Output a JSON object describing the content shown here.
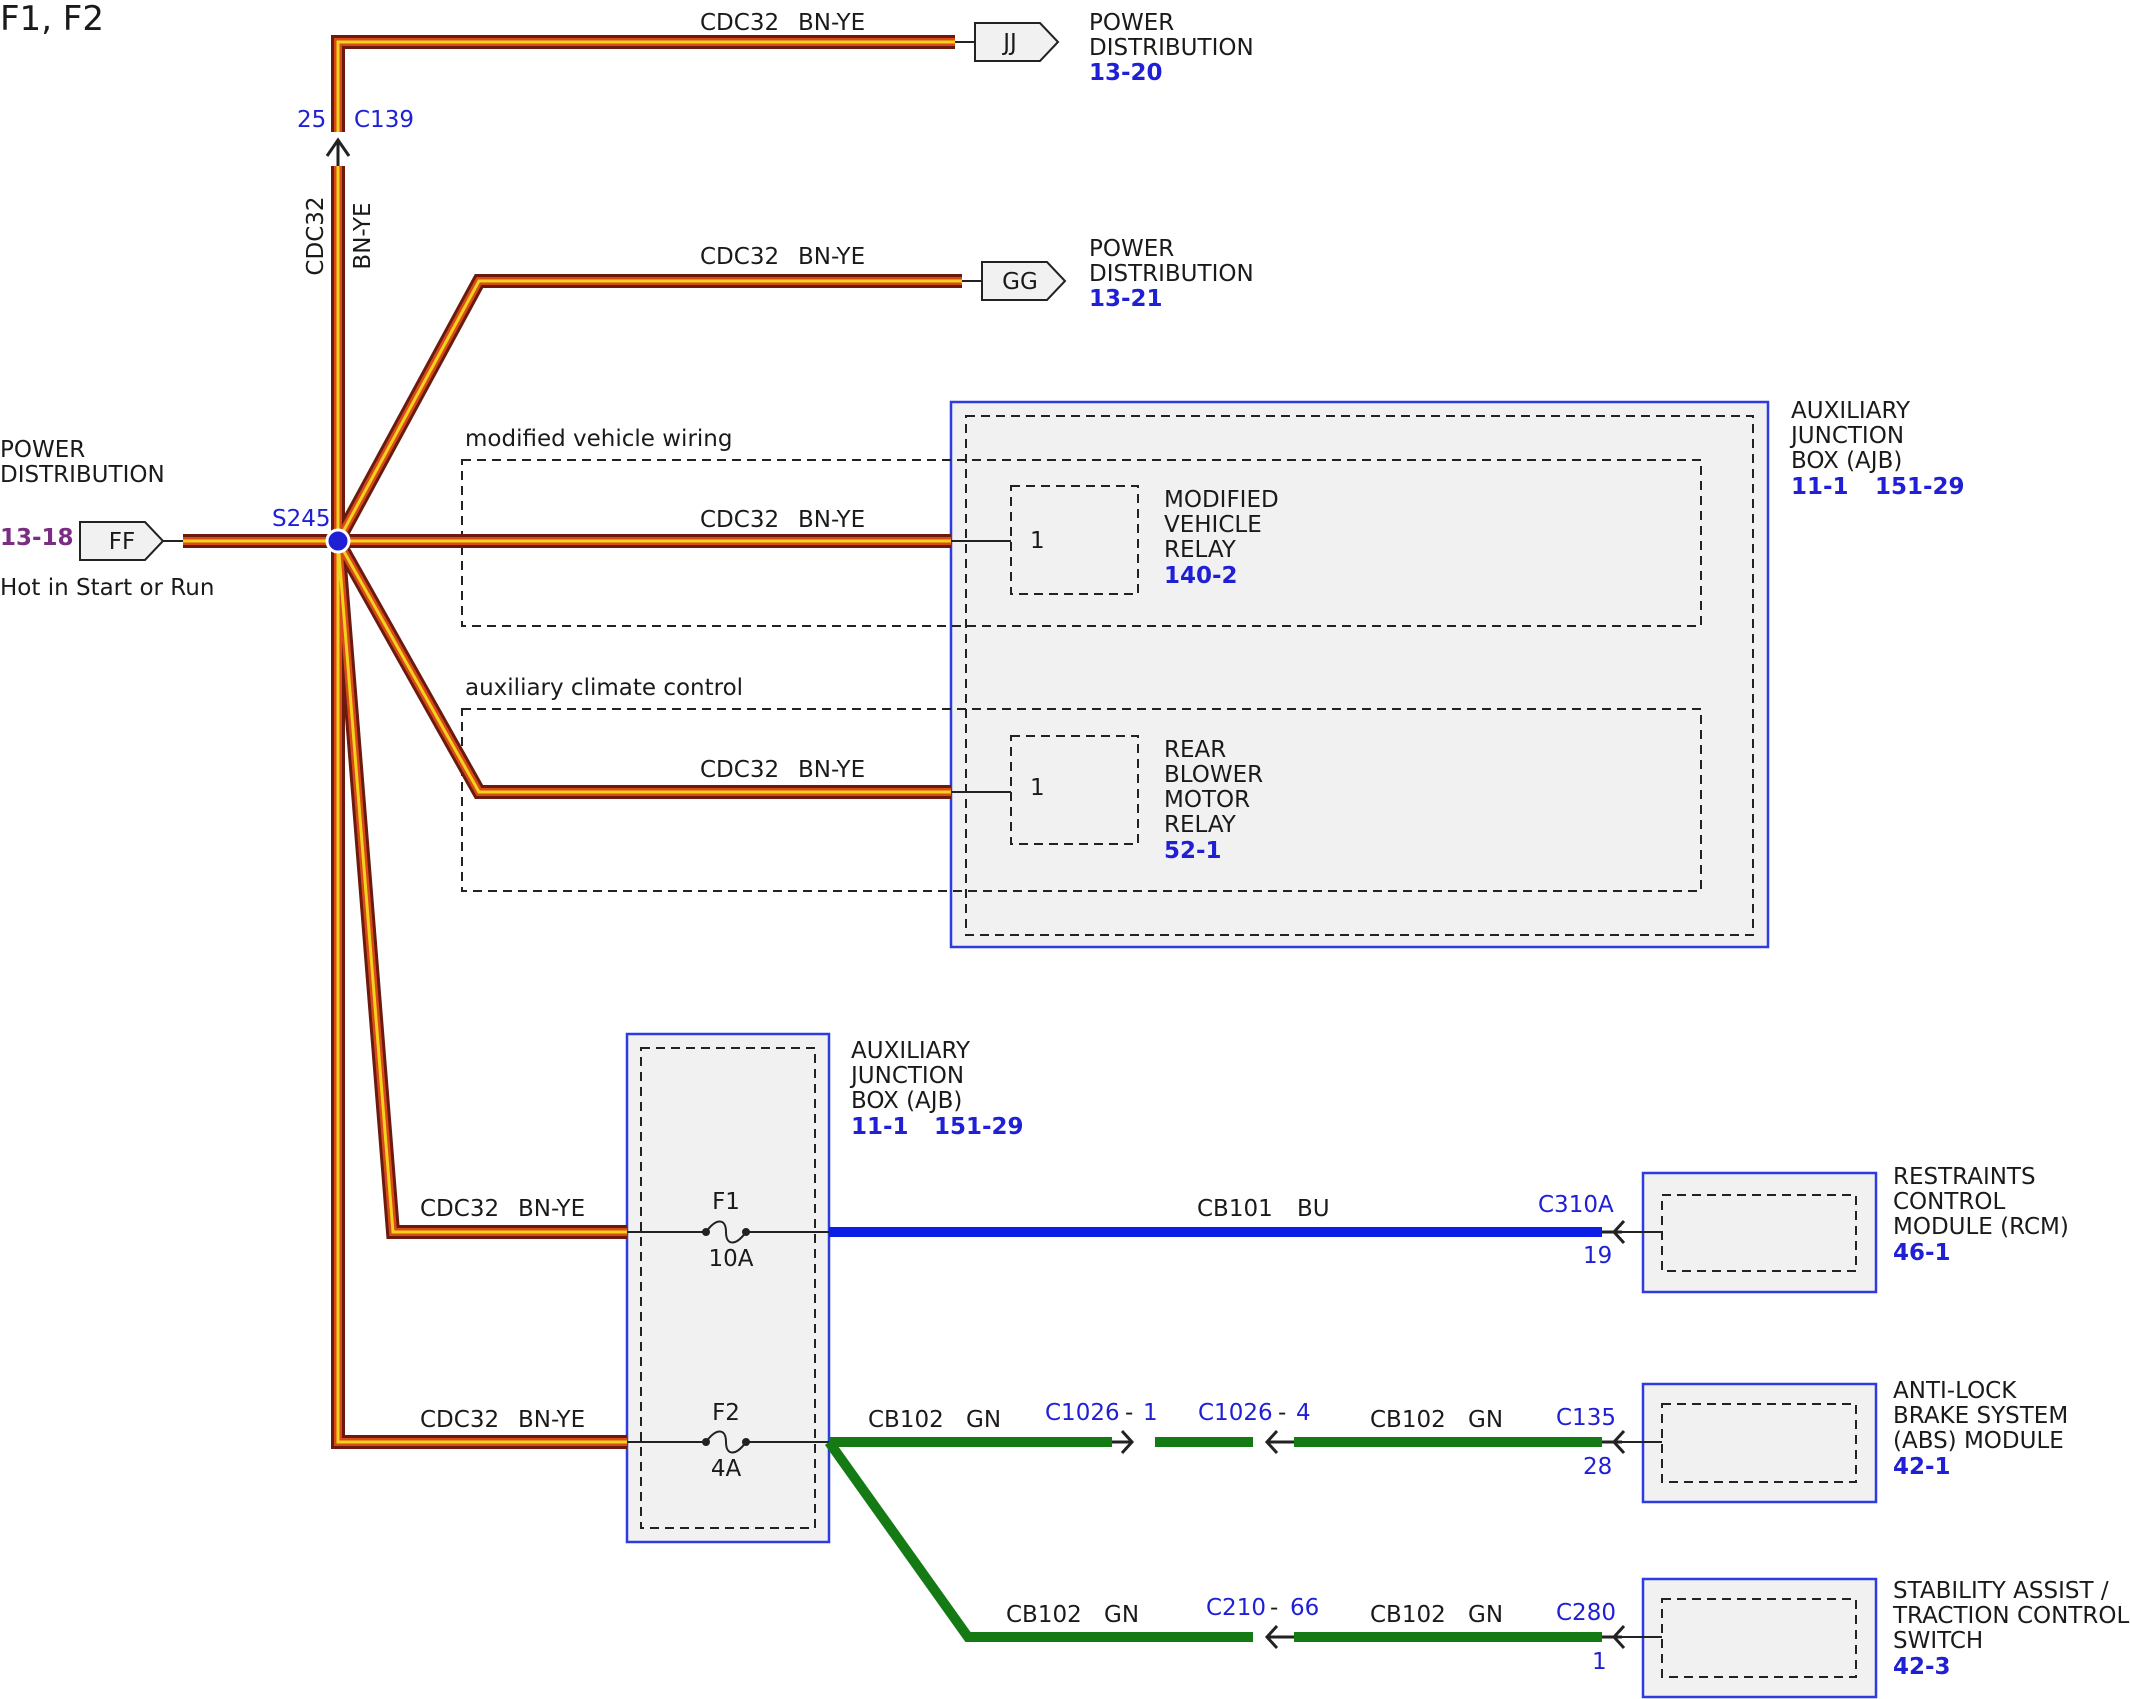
{
  "title": "F1, F2",
  "source": {
    "connector_id": "FF",
    "name_line1": "POWER",
    "name_line2": "DISTRIBUTION",
    "ref": "13-18",
    "note": "Hot in Start or Run"
  },
  "splice": {
    "id": "S245"
  },
  "inline_c139": {
    "pin": "25",
    "connector": "C139"
  },
  "vertical_wire": {
    "circuit": "CDC32",
    "color": "BN-YE"
  },
  "circuit_main": "CDC32",
  "color_main": "BN-YE",
  "outputs": [
    {
      "id": "JJ",
      "name_line1": "POWER",
      "name_line2": "DISTRIBUTION",
      "ref": "13-20"
    },
    {
      "id": "GG",
      "name_line1": "POWER",
      "name_line2": "DISTRIBUTION",
      "ref": "13-21"
    }
  ],
  "option_groups": [
    {
      "label": "modified vehicle wiring"
    },
    {
      "label": "auxiliary climate control"
    }
  ],
  "ajb_upper": {
    "name_lines": [
      "AUXILIARY",
      "JUNCTION",
      "BOX (AJB)"
    ],
    "ref1": "11-1",
    "ref2": "151-29",
    "relays": [
      {
        "pin": "1",
        "name_lines": [
          "MODIFIED",
          "VEHICLE",
          "RELAY"
        ],
        "ref": "140-2"
      },
      {
        "pin": "1",
        "name_lines": [
          "REAR",
          "BLOWER",
          "MOTOR",
          "RELAY"
        ],
        "ref": "52-1"
      }
    ]
  },
  "ajb_lower": {
    "name_lines": [
      "AUXILIARY",
      "JUNCTION",
      "BOX (AJB)"
    ],
    "ref1": "11-1",
    "ref2": "151-29",
    "fuses": [
      {
        "id": "F1",
        "rating": "10A"
      },
      {
        "id": "F2",
        "rating": "4A"
      }
    ]
  },
  "rcm": {
    "wire_circuit": "CB101",
    "wire_color": "BU",
    "connector": "C310A",
    "pin": "19",
    "name_lines": [
      "RESTRAINTS",
      "CONTROL",
      "MODULE (RCM)"
    ],
    "ref": "46-1"
  },
  "abs": {
    "wire_circuit": "CB102",
    "wire_color": "GN",
    "inline1": "C1026",
    "inline1_pin": "1",
    "inline2": "C1026",
    "inline2_pin": "4",
    "connector": "C135",
    "pin": "28",
    "name_lines": [
      "ANTI-LOCK",
      "BRAKE SYSTEM",
      "(ABS) MODULE"
    ],
    "ref": "42-1"
  },
  "stab": {
    "wire_circuit": "CB102",
    "wire_color": "GN",
    "inline": "C210",
    "inline_pin": "66",
    "connector": "C280",
    "pin": "1",
    "name_lines": [
      "STABILITY ASSIST /",
      "TRACTION CONTROL",
      "SWITCH"
    ],
    "ref": "42-3"
  },
  "colors": {
    "wire_outer": "#6b1a0e",
    "wire_mid": "#d94a1a",
    "wire_core": "#f2d21b",
    "blue_wire": "#0a1ee6",
    "green_wire": "#147a14",
    "frame_blue": "#2d3be0",
    "panel_fill": "#f1f1f1",
    "ref_blue": "#1f1fd6",
    "ref_purple": "#7b2d83"
  }
}
